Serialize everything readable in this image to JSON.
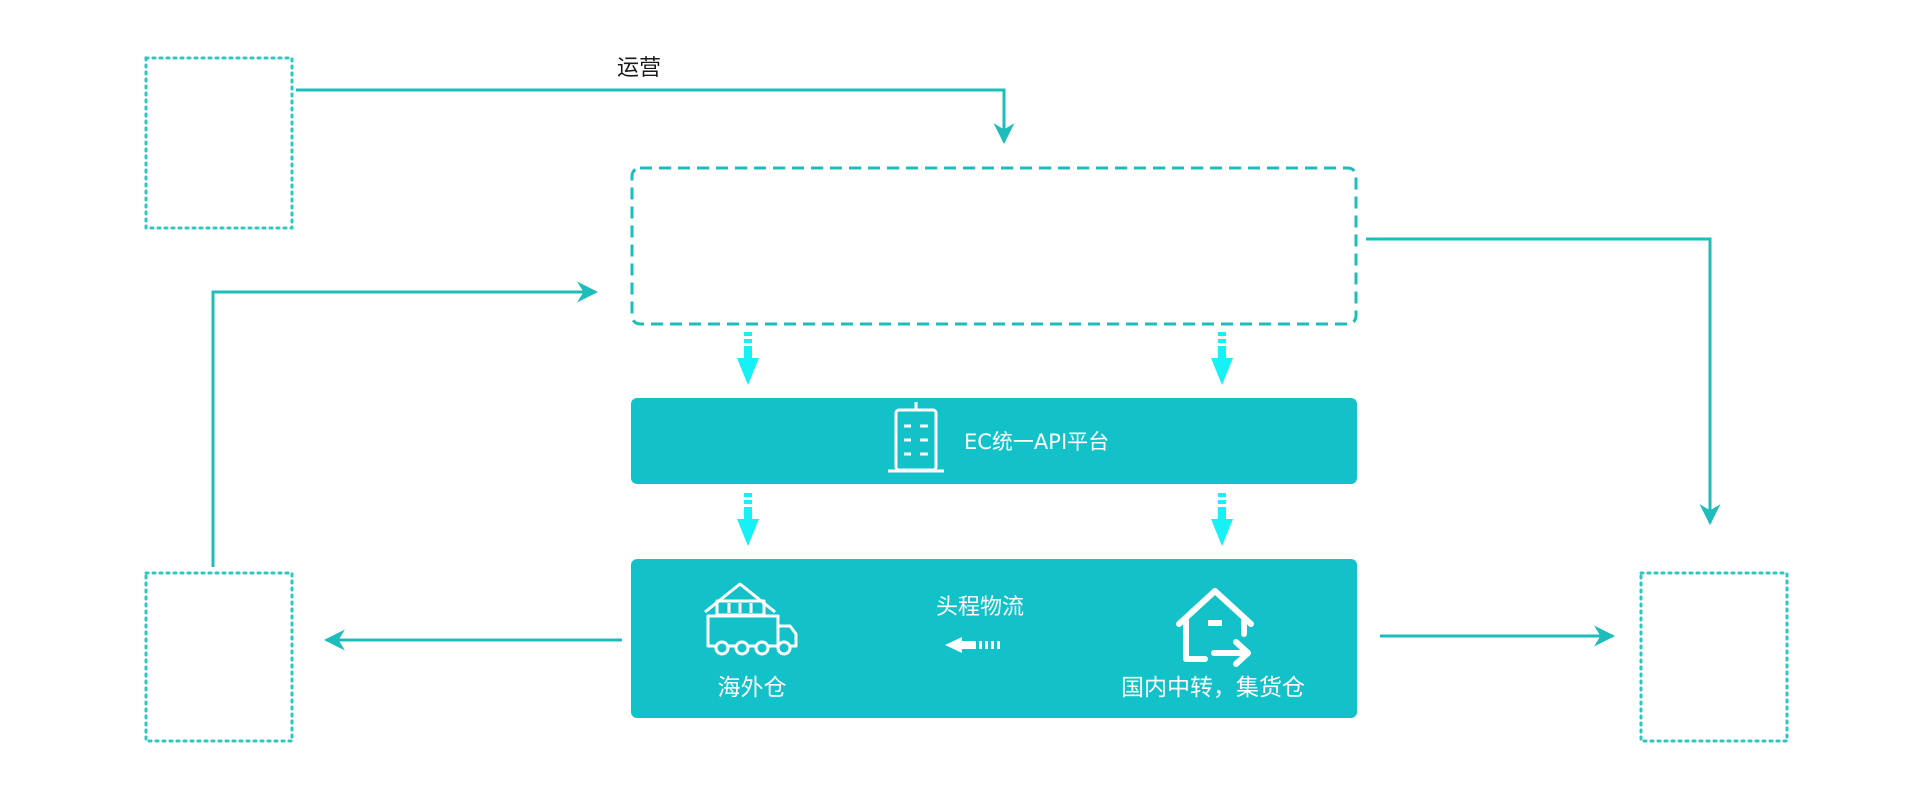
{
  "labels": {
    "operations": "运营",
    "api_platform": "EC统一API平台",
    "headhaul": "头程物流",
    "overseas_warehouse": "海外仓",
    "domestic_transit": "国内中转，集货仓"
  },
  "colors": {
    "teal": "#13c2c9",
    "line": "#1fbcbc",
    "dotted_border": "#2cc7c0",
    "cyan_arrow": "#17f0f4",
    "white": "#ffffff",
    "text_dark": "#1a1a1a"
  },
  "icons": {
    "api_platform": "building-icon",
    "overseas_warehouse": "warehouse-truck-icon",
    "domestic_transit": "house-transfer-icon",
    "headhaul": "arrow-left-icon"
  }
}
